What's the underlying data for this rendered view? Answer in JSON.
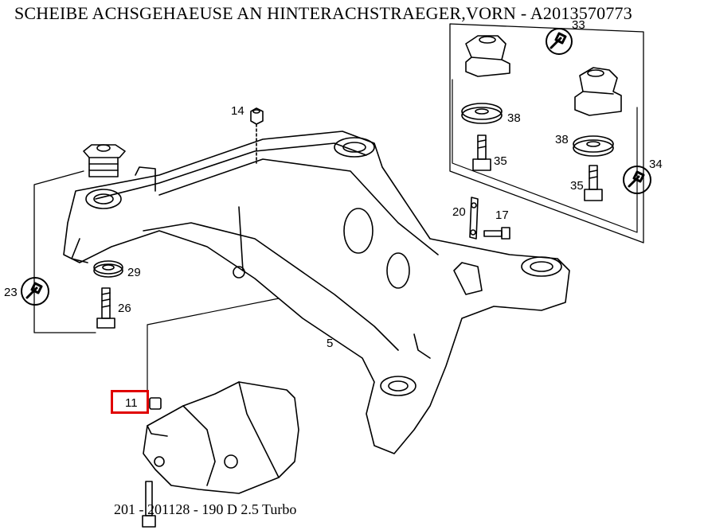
{
  "title": "SCHEIBE ACHSGEHAEUSE AN HINTERACHSTRAEGER,VORN - A2013570773",
  "footer": "201 - 201128 - 190 D 2.5 Turbo",
  "highlight_color": "#e00000",
  "highlighted_part": "11",
  "callouts": {
    "p5": "5",
    "p11": "11",
    "p14": "14",
    "p17": "17",
    "p20": "20",
    "p23": "23",
    "p26": "26",
    "p29": "29",
    "p33": "33",
    "p34": "34",
    "p35a": "35",
    "p35b": "35",
    "p38a": "38",
    "p38b": "38"
  },
  "icons": [
    "wrench-icon-23",
    "wrench-icon-33",
    "wrench-icon-34"
  ]
}
